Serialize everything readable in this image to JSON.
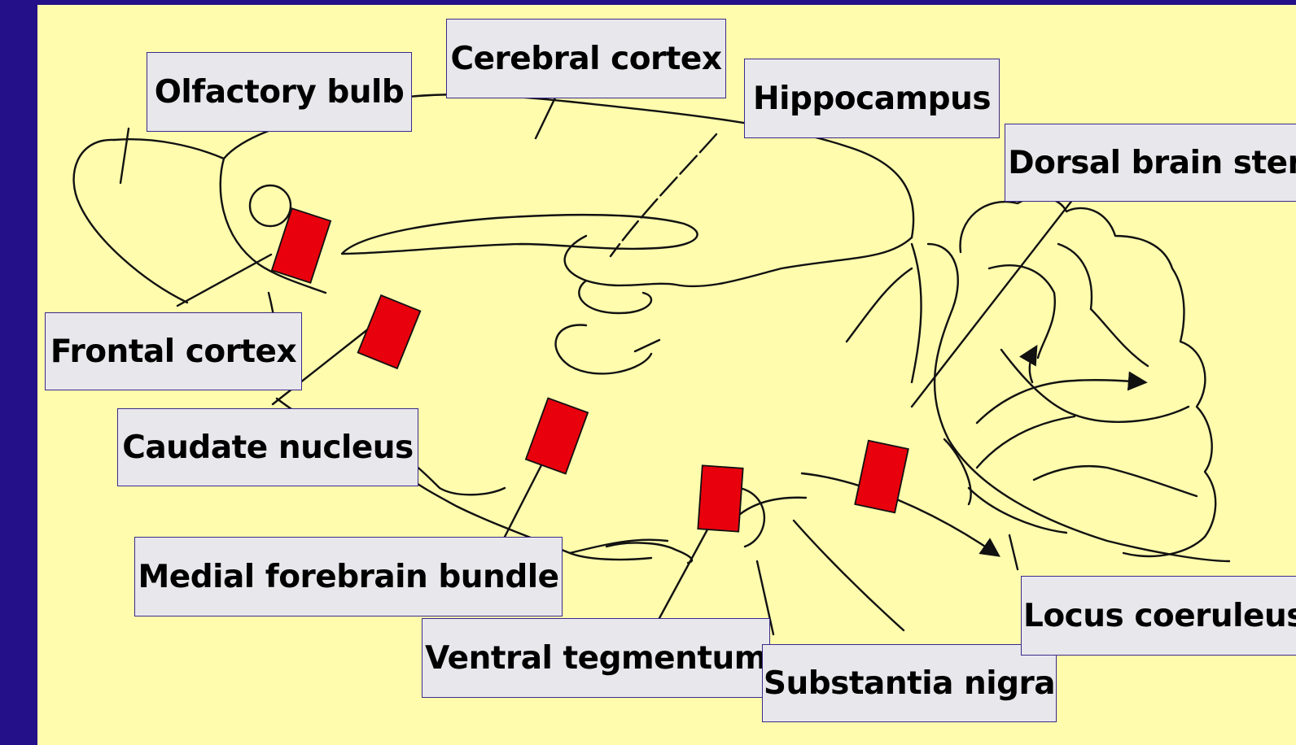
{
  "labels": {
    "olfactory_bulb": "Olfactory bulb",
    "cerebral_cortex": "Cerebral cortex",
    "hippocampus": "Hippocampus",
    "dorsal_brain_stem": "Dorsal brain stem",
    "frontal_cortex": "Frontal cortex",
    "caudate_nucleus": "Caudate nucleus",
    "medial_forebrain_bundle": "Medial forebrain bundle",
    "ventral_tegmentum": "Ventral tegmentum",
    "substantia_nigra": "Substantia nigra",
    "locus_coeruleus": "Locus coeruleus"
  },
  "colors": {
    "frame": "#241088",
    "background": "#fffcae",
    "marker": "#e8000c",
    "label_fill": "#e8e8ec",
    "label_border": "#3b2a8a"
  },
  "markers": [
    "frontal-cortex",
    "caudate-nucleus",
    "medial-forebrain-bundle",
    "ventral-tegmentum",
    "locus-coeruleus"
  ]
}
